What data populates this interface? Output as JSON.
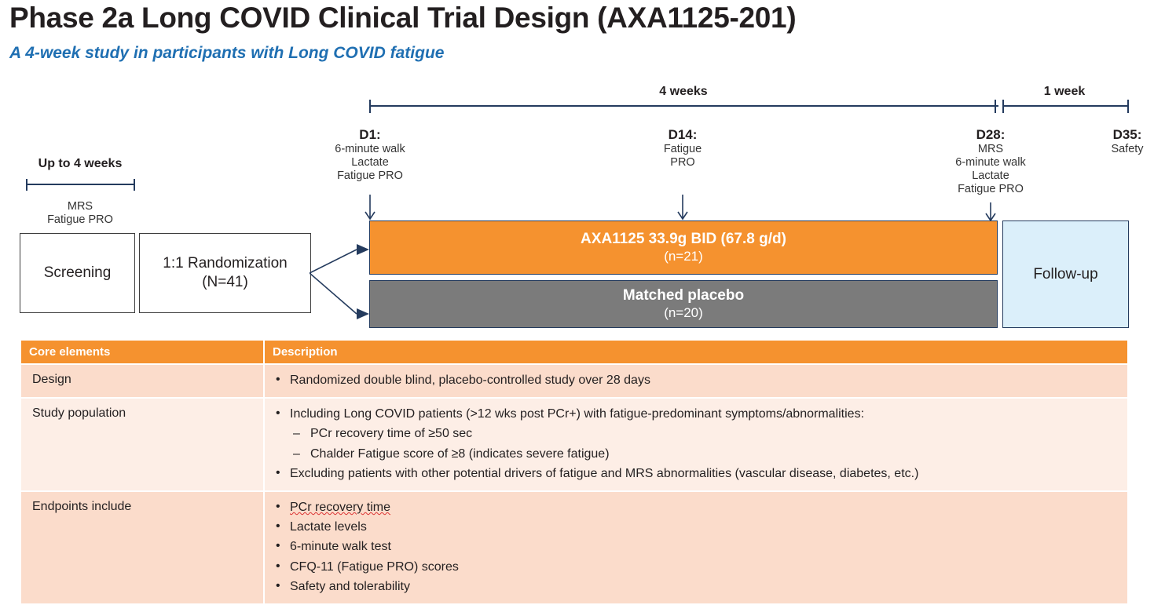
{
  "header": {
    "title": "Phase 2a Long COVID Clinical Trial Design (AXA1125-201)",
    "subtitle": "A 4-week study in participants with Long COVID fatigue"
  },
  "timeline": {
    "treatment_span_label": "4 weeks",
    "followup_span_label": "1 week",
    "screening_span_label": "Up to 4 weeks",
    "screening_assessments": "MRS\nFatigue PRO",
    "screening_assessment_lines": [
      "MRS",
      "Fatigue PRO"
    ],
    "visits": [
      {
        "day": "D1:",
        "assessments": [
          "6-minute walk",
          "Lactate",
          "Fatigue PRO"
        ]
      },
      {
        "day": "D14:",
        "assessments": [
          "Fatigue",
          "PRO"
        ]
      },
      {
        "day": "D28:",
        "assessments": [
          "MRS",
          "6-minute walk",
          "Lactate",
          "Fatigue PRO"
        ]
      },
      {
        "day": "D35:",
        "assessments": [
          "Safety"
        ]
      }
    ]
  },
  "flow": {
    "screening_box": "Screening",
    "randomization_line1": "1:1 Randomization",
    "randomization_line2": "(N=41)",
    "arms": [
      {
        "label": "AXA1125 33.9g BID (67.8 g/d)",
        "n": "(n=21)",
        "color": "#f5922f"
      },
      {
        "label": "Matched placebo",
        "n": "(n=20)",
        "color": "#7b7b7b"
      }
    ],
    "followup_box": "Follow-up",
    "followup_color": "#dbeffa"
  },
  "table": {
    "headers": [
      "Core elements",
      "Description"
    ],
    "rows": [
      {
        "label": "Design",
        "bullets": [
          {
            "text": "Randomized double blind, placebo-controlled study over 28 days",
            "sub": []
          }
        ]
      },
      {
        "label": "Study population",
        "bullets": [
          {
            "text": "Including Long COVID patients (>12 wks post PCr+) with fatigue-predominant symptoms/abnormalities:",
            "sub": [
              "PCr recovery time of ≥50 sec",
              "Chalder Fatigue score of ≥8 (indicates severe fatigue)"
            ]
          },
          {
            "text": "Excluding patients with other potential drivers of fatigue and MRS abnormalities (vascular disease, diabetes, etc.)",
            "sub": []
          }
        ]
      },
      {
        "label": "Endpoints include",
        "bullets": [
          {
            "text": "PCr recovery time",
            "sub": [],
            "spellcheck_flag": true
          },
          {
            "text": "Lactate levels",
            "sub": []
          },
          {
            "text": "6-minute walk test",
            "sub": []
          },
          {
            "text": "CFQ-11 (Fatigue PRO) scores",
            "sub": []
          },
          {
            "text": "Safety and tolerability",
            "sub": []
          }
        ]
      }
    ]
  },
  "colors": {
    "accent_orange": "#f5922f",
    "placebo_gray": "#7b7b7b",
    "followup_blue": "#dbeffa",
    "navy": "#243b5e",
    "subtitle_blue": "#1f6fb2",
    "row_shade_dark": "#fbdccb",
    "row_shade_light": "#fdeee6"
  }
}
